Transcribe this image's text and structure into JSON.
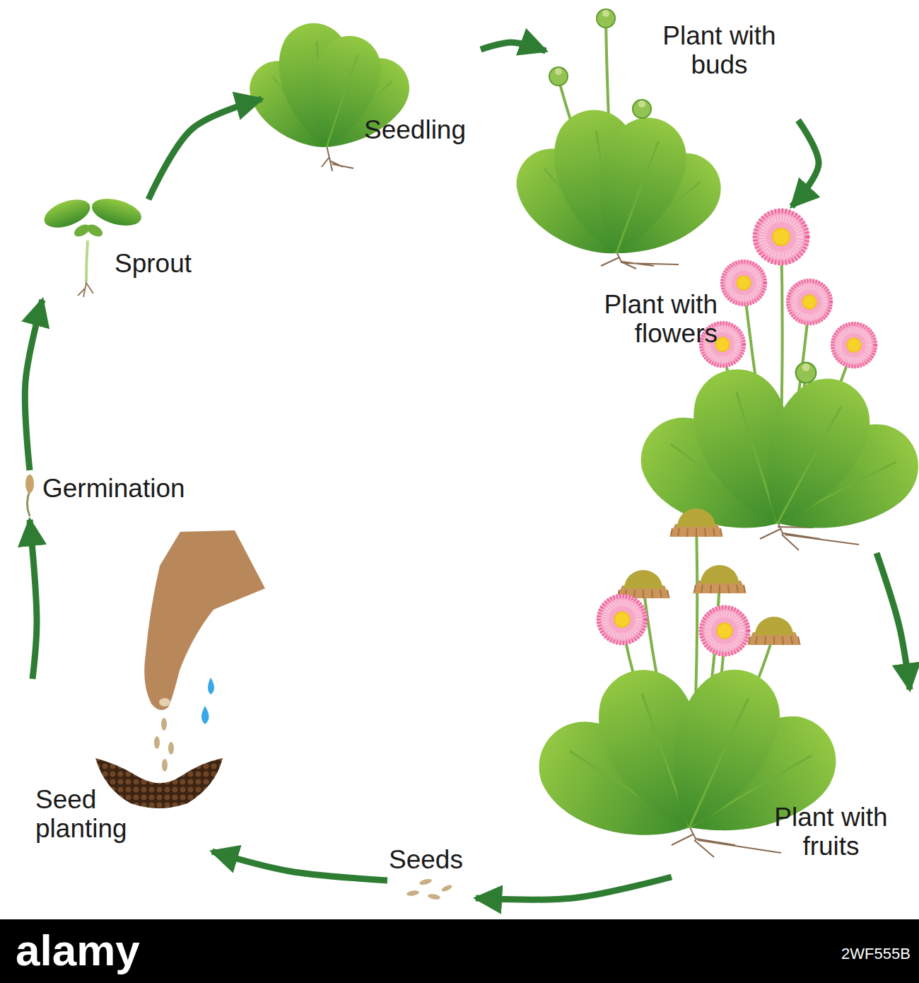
{
  "diagram": {
    "nodes": [
      {
        "text": [
          "Seed planting"
        ]
      },
      {
        "text": [
          "Germination"
        ]
      },
      {
        "text": [
          "Sprout"
        ]
      },
      {
        "text": [
          "Seedling"
        ]
      },
      {
        "text": [
          "Plant with buds"
        ]
      },
      {
        "text": [
          "Plant with flowers"
        ]
      },
      {
        "text": [
          "Plant with fruits"
        ]
      },
      {
        "text": [
          "Seeds"
        ]
      }
    ],
    "edges": [
      {
        "from": 0,
        "to": 1,
        "arrow": "to"
      },
      {
        "from": 1,
        "to": 2,
        "arrow": "to"
      },
      {
        "from": 2,
        "to": 3,
        "arrow": "to"
      },
      {
        "from": 3,
        "to": 4,
        "arrow": "to"
      },
      {
        "from": 4,
        "to": 5,
        "arrow": "to"
      },
      {
        "from": 5,
        "to": 6,
        "arrow": "to"
      },
      {
        "from": 6,
        "to": 7,
        "arrow": "to"
      },
      {
        "from": 7,
        "to": 0,
        "arrow": "to"
      }
    ],
    "labels": [
      "alamy",
      "2WF555B"
    ]
  }
}
